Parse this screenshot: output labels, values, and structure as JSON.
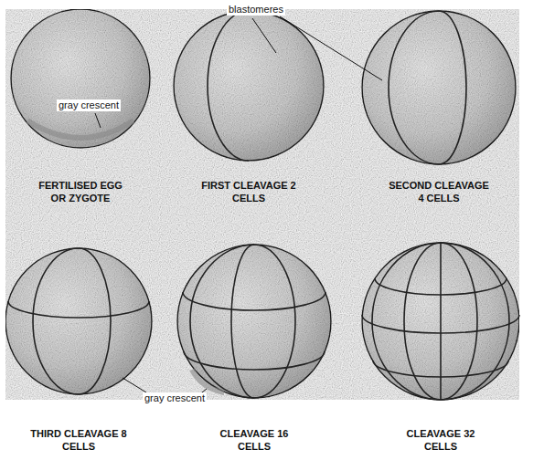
{
  "diagram": {
    "labels": [
      "blastomeres",
      "gray crescent",
      "FERTILISED EGG OR ZYGOTE",
      "FIRST CLEAVAGE 2 CELLS",
      "SECOND CLEAVAGE 4 CELLS",
      "gray crescent",
      "THIRD CLEAVAGE 8 CELLS",
      "CLEAVAGE 16 CELLS",
      "CLEAVAGE 32 CELLS"
    ]
  }
}
